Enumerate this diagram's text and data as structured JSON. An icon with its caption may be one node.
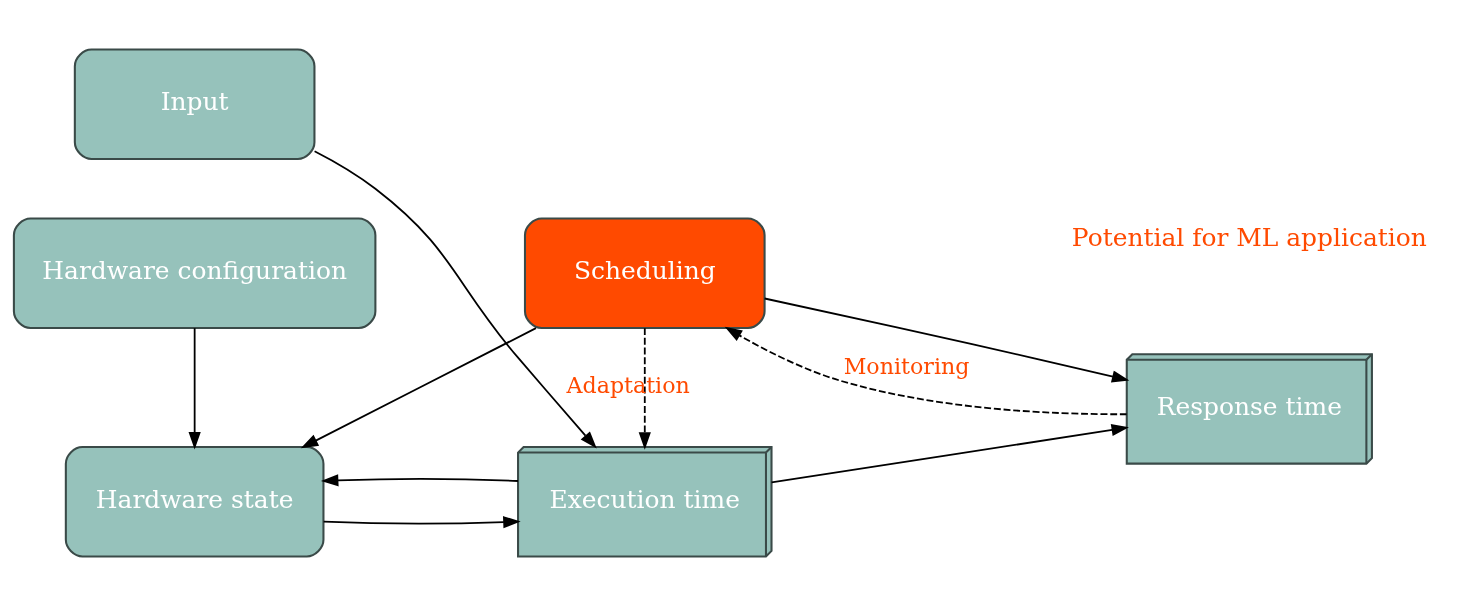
{
  "diagram": {
    "nodes": [
      {
        "text": [
          "Input"
        ]
      },
      {
        "text": [
          "Execution time"
        ]
      },
      {
        "text": [
          "Hardware state"
        ]
      },
      {
        "text": [
          "Response time"
        ]
      },
      {
        "text": [
          "Scheduling"
        ]
      },
      {
        "text": [
          "Hardware configuration"
        ]
      }
    ],
    "edges": [
      {
        "from": 0,
        "to": 1,
        "arrow": "to"
      },
      {
        "from": 1,
        "to": 2,
        "arrow": "to"
      },
      {
        "from": 2,
        "to": 1,
        "arrow": "to"
      },
      {
        "from": 1,
        "to": 3,
        "arrow": "to"
      },
      {
        "from": 4,
        "to": 1,
        "arrow": "to",
        "style": "dashed",
        "label": "Adaptation"
      },
      {
        "from": 4,
        "to": 2,
        "arrow": "to"
      },
      {
        "from": 4,
        "to": 3,
        "arrow": "to"
      },
      {
        "from": 3,
        "to": 4,
        "arrow": "to",
        "style": "dashed",
        "label": "Monitoring"
      },
      {
        "from": 5,
        "to": 2,
        "arrow": "to"
      }
    ],
    "labels": [
      "Potential for ML application"
    ]
  }
}
